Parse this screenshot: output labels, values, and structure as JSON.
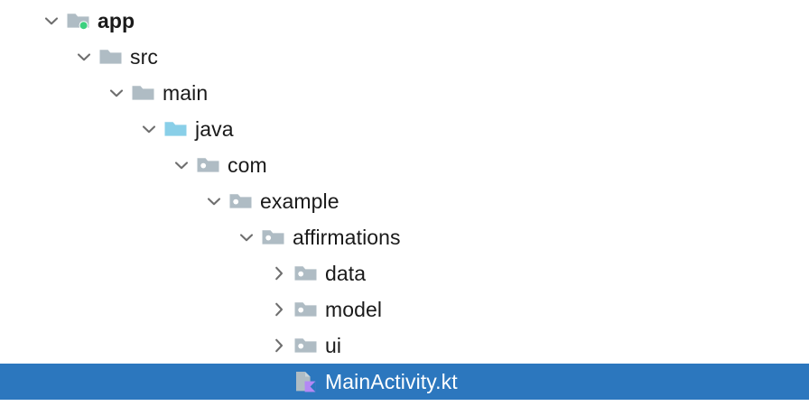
{
  "panel": {
    "name": "project-tree",
    "background_color": "#ffffff",
    "selection_color": "#2C77BE",
    "selected_text_color": "#ffffff",
    "text_color": "#1a1a1a",
    "folder_color": "#AFBCC4",
    "source_root_color": "#89CFE8",
    "chevron_color": "#6E6E6E",
    "badge_color": "#3DD07F",
    "kotlin_accent_color": "#B388F5"
  },
  "tree": {
    "rows": [
      {
        "label": "app",
        "depth": 0,
        "icon": "module-folder-icon",
        "toggle": "chevron-down-icon",
        "expanded": true,
        "bold": true,
        "selected": false,
        "badge": "green-dot-badge"
      },
      {
        "label": "src",
        "depth": 1,
        "icon": "folder-icon",
        "toggle": "chevron-down-icon",
        "expanded": true,
        "bold": false,
        "selected": false,
        "badge": null
      },
      {
        "label": "main",
        "depth": 2,
        "icon": "folder-icon",
        "toggle": "chevron-down-icon",
        "expanded": true,
        "bold": false,
        "selected": false,
        "badge": null
      },
      {
        "label": "java",
        "depth": 3,
        "icon": "source-root-folder-icon",
        "toggle": "chevron-down-icon",
        "expanded": true,
        "bold": false,
        "selected": false,
        "badge": null
      },
      {
        "label": "com",
        "depth": 4,
        "icon": "package-icon",
        "toggle": "chevron-down-icon",
        "expanded": true,
        "bold": false,
        "selected": false,
        "badge": null
      },
      {
        "label": "example",
        "depth": 5,
        "icon": "package-icon",
        "toggle": "chevron-down-icon",
        "expanded": true,
        "bold": false,
        "selected": false,
        "badge": null
      },
      {
        "label": "affirmations",
        "depth": 6,
        "icon": "package-icon",
        "toggle": "chevron-down-icon",
        "expanded": true,
        "bold": false,
        "selected": false,
        "badge": null
      },
      {
        "label": "data",
        "depth": 7,
        "icon": "package-icon",
        "toggle": "chevron-right-icon",
        "expanded": false,
        "bold": false,
        "selected": false,
        "badge": null
      },
      {
        "label": "model",
        "depth": 7,
        "icon": "package-icon",
        "toggle": "chevron-right-icon",
        "expanded": false,
        "bold": false,
        "selected": false,
        "badge": null
      },
      {
        "label": "ui",
        "depth": 7,
        "icon": "package-icon",
        "toggle": "chevron-right-icon",
        "expanded": false,
        "bold": false,
        "selected": false,
        "badge": null
      },
      {
        "label": "MainActivity.kt",
        "depth": 7,
        "icon": "kotlin-file-icon",
        "toggle": null,
        "expanded": false,
        "bold": false,
        "selected": true,
        "badge": null
      }
    ]
  }
}
